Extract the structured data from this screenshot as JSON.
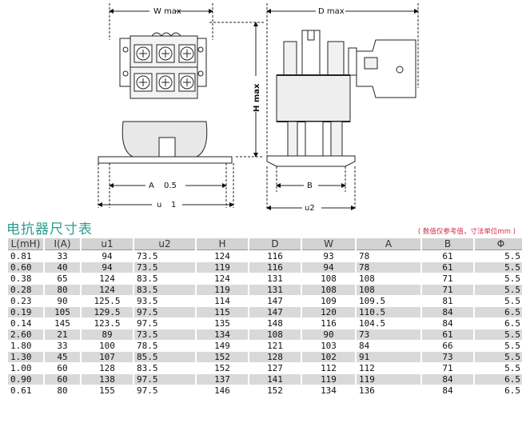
{
  "drawing": {
    "front": {
      "width_label": "W max",
      "height_label": "H max",
      "a_label": "A",
      "a_value": "0.5",
      "u1_label": "u",
      "u1_value": "1"
    },
    "side": {
      "depth_label": "D max",
      "b_label": "B",
      "u2_label": "u2"
    }
  },
  "title": "电抗器尺寸表",
  "note": "( 数值仅参考值，寸法单位mm )",
  "table": {
    "headers": [
      "L(mH)",
      "I(A)",
      "u1",
      "u2",
      "H",
      "D",
      "W",
      "A",
      "B",
      "Φ"
    ],
    "rows": [
      [
        "0.81",
        "33",
        "94",
        "73.5",
        "124",
        "116",
        "93",
        "78",
        "61",
        "5.5"
      ],
      [
        "0.60",
        "40",
        "94",
        "73.5",
        "119",
        "116",
        "94",
        "78",
        "61",
        "5.5"
      ],
      [
        "0.38",
        "65",
        "124",
        "83.5",
        "124",
        "131",
        "108",
        "108",
        "71",
        "5.5"
      ],
      [
        "0.28",
        "80",
        "124",
        "83.5",
        "119",
        "131",
        "108",
        "108",
        "71",
        "5.5"
      ],
      [
        "0.23",
        "90",
        "125.5",
        "93.5",
        "114",
        "147",
        "109",
        "109.5",
        "81",
        "5.5"
      ],
      [
        "0.19",
        "105",
        "129.5",
        "97.5",
        "115",
        "147",
        "120",
        "110.5",
        "84",
        "6.5"
      ],
      [
        "0.14",
        "145",
        "123.5",
        "97.5",
        "135",
        "148",
        "116",
        "104.5",
        "84",
        "6.5"
      ],
      [
        "2.60",
        "21",
        "89",
        "73.5",
        "134",
        "108",
        "90",
        "73",
        "61",
        "5.5"
      ],
      [
        "1.80",
        "33",
        "100",
        "78.5",
        "149",
        "121",
        "103",
        "84",
        "66",
        "5.5"
      ],
      [
        "1.30",
        "45",
        "107",
        "85.5",
        "152",
        "128",
        "102",
        "91",
        "73",
        "5.5"
      ],
      [
        "1.00",
        "60",
        "128",
        "83.5",
        "152",
        "127",
        "112",
        "112",
        "71",
        "5.5"
      ],
      [
        "0.90",
        "60",
        "138",
        "97.5",
        "137",
        "141",
        "119",
        "119",
        "84",
        "6.5"
      ],
      [
        "0.61",
        "80",
        "155",
        "97.5",
        "146",
        "152",
        "134",
        "136",
        "84",
        "6.5"
      ]
    ]
  }
}
